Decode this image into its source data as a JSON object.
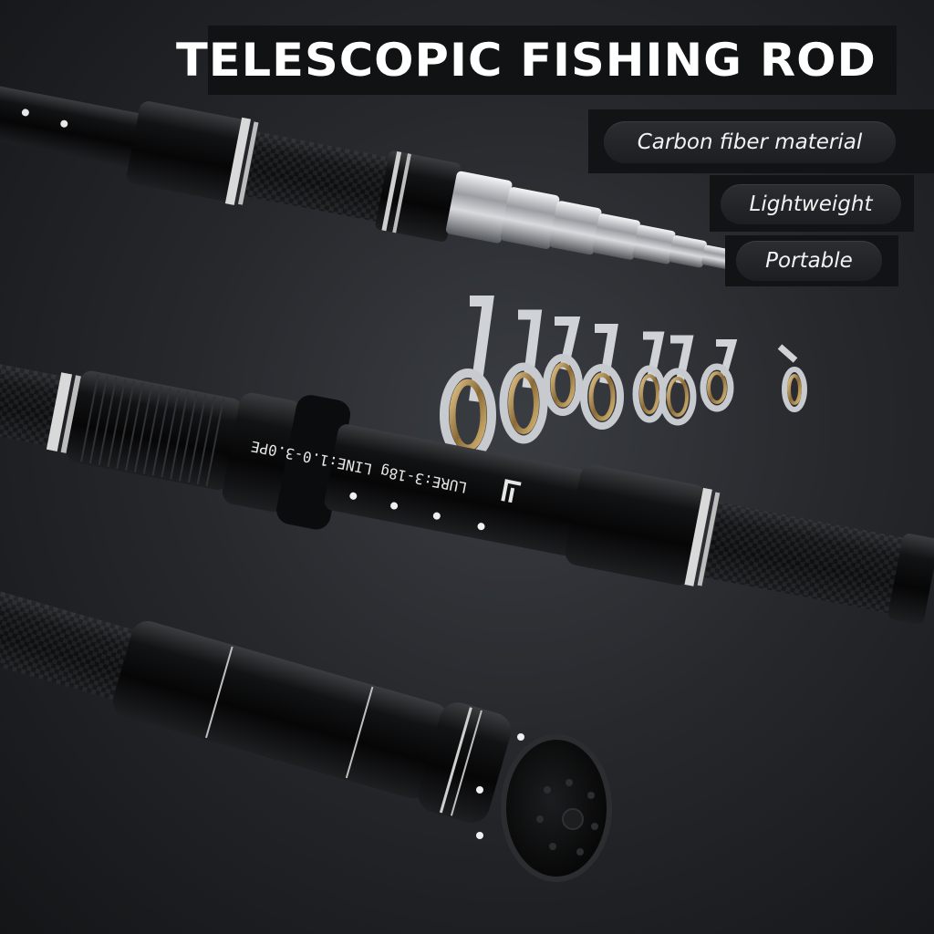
{
  "title": "TELESCOPIC FISHING ROD",
  "features": [
    {
      "label": "Carbon fiber material"
    },
    {
      "label": "Lightweight"
    },
    {
      "label": "Portable"
    }
  ],
  "rod_marking": "LURE:3-18g LINE:1.0-3.0PE",
  "colors": {
    "background": "#26282c",
    "rod_black": "#0e0f10",
    "chrome": "#c9ccd0",
    "guide_ring": "#b08a4a",
    "text": "#ffffff"
  }
}
